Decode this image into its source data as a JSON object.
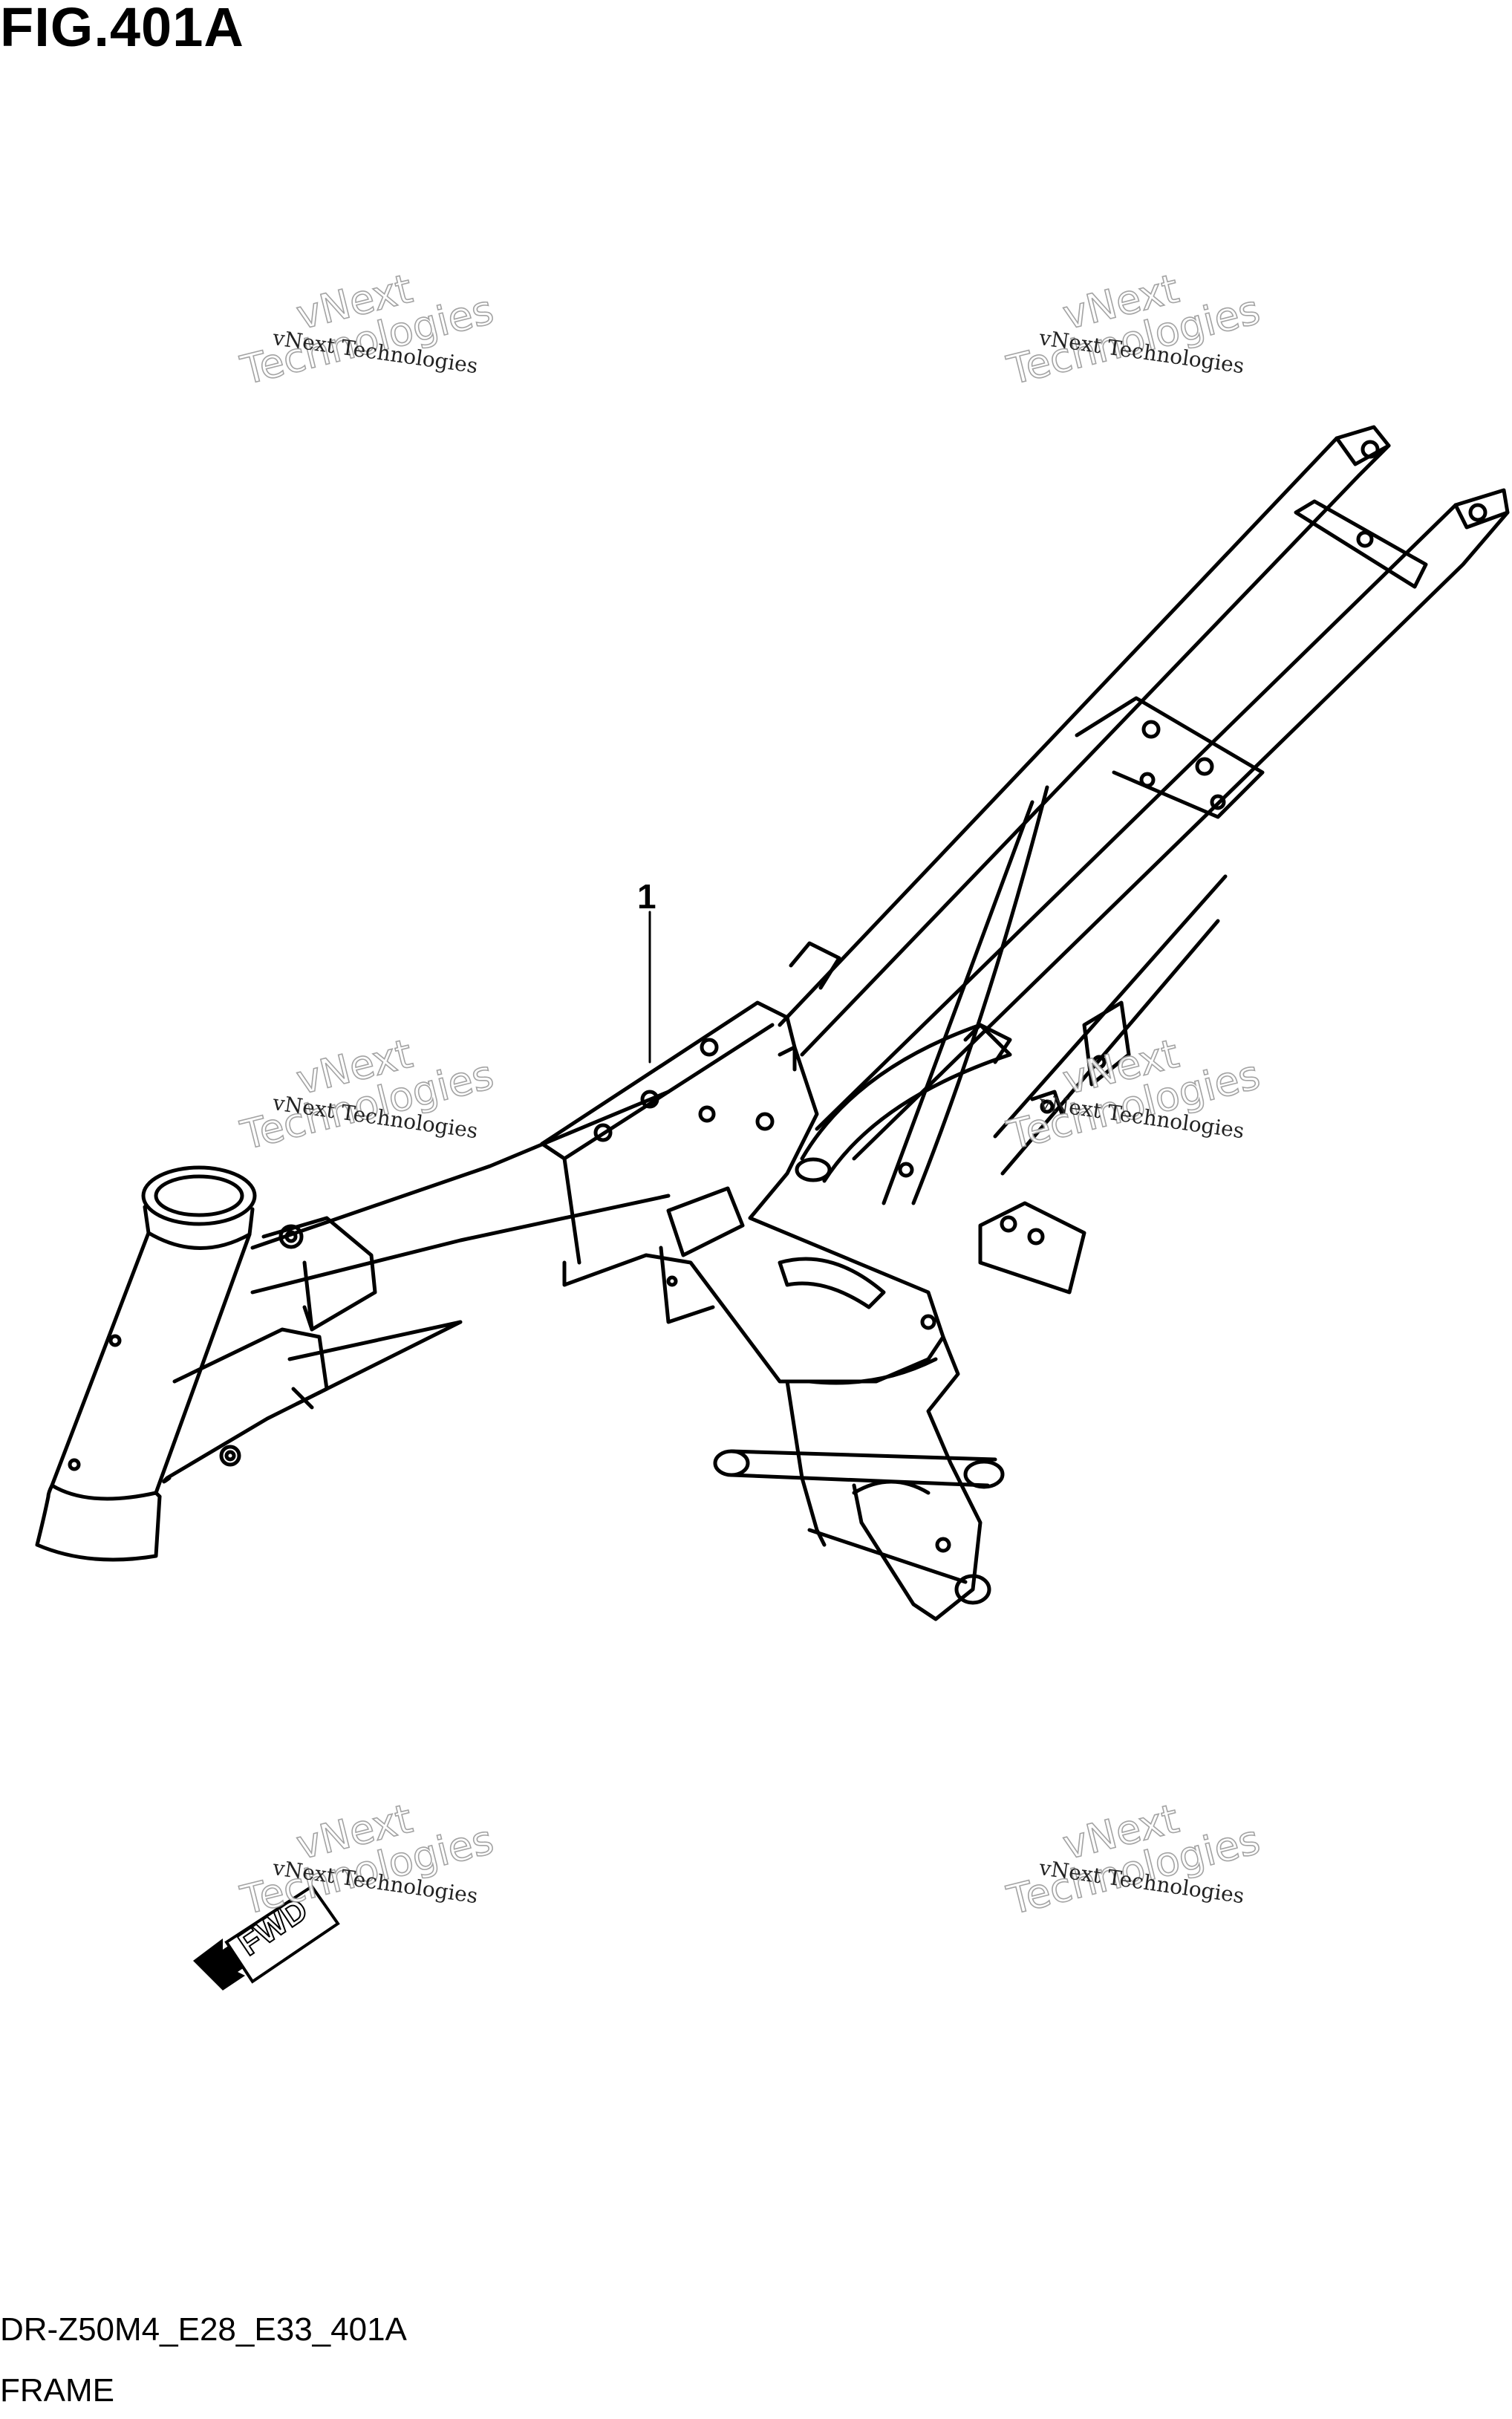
{
  "figure": {
    "title": "FIG.401A",
    "part_label": "1",
    "footer_code": "DR-Z50M4_E28_E33_401A",
    "footer_name": "FRAME"
  },
  "watermark": {
    "small": "vNext Technologies",
    "big_line1": "vNext",
    "big_line2": "Technologies"
  },
  "direction_marker": {
    "label": "FWD"
  }
}
